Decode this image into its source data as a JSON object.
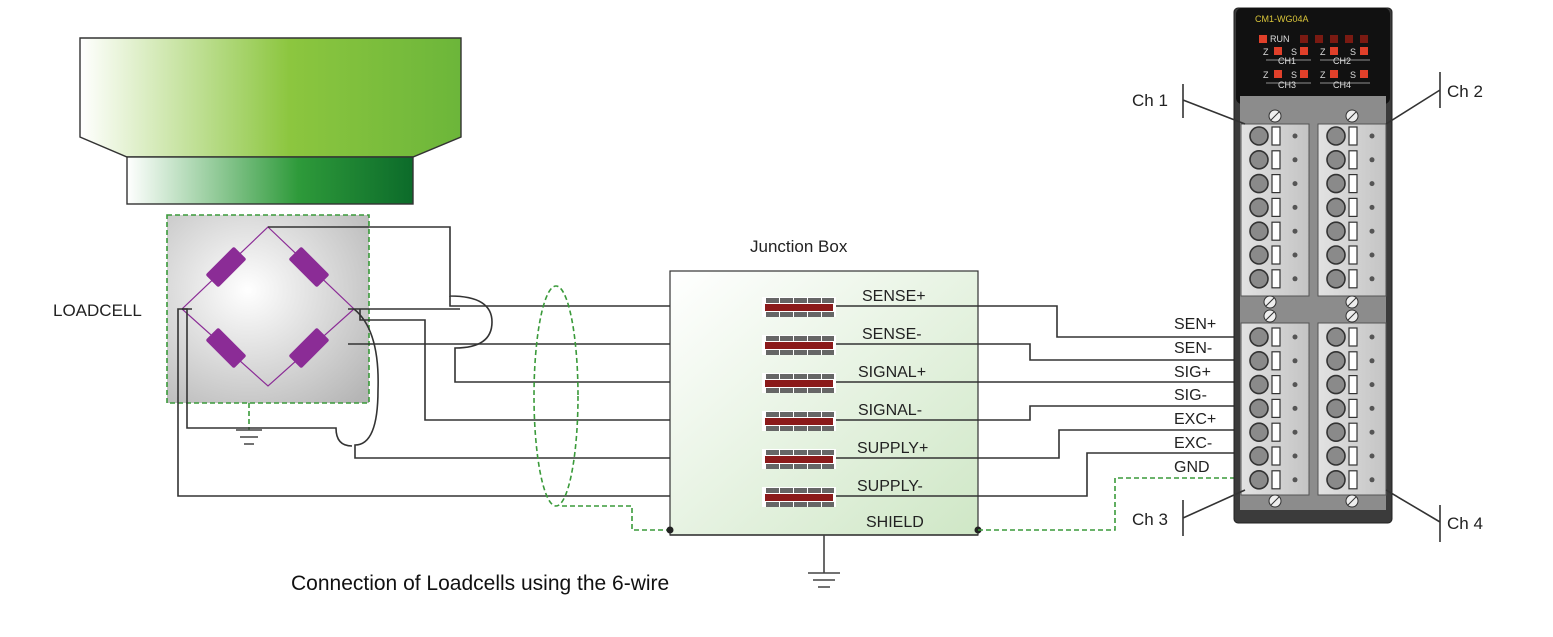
{
  "loadcell": {
    "label": "LOADCELL"
  },
  "junction_box": {
    "title": "Junction Box",
    "terminals": [
      "SENSE+",
      "SENSE-",
      "SIGNAL+",
      "SIGNAL-",
      "SUPPLY+",
      "SUPPLY-",
      "SHIELD"
    ]
  },
  "module": {
    "name": "CM1-WG04A",
    "led_run": "RUN",
    "led_z": "Z",
    "led_s": "S",
    "led_ch1": "CH1",
    "led_ch2": "CH2",
    "led_ch3": "CH3",
    "led_ch4": "CH4",
    "pins": [
      "SEN+",
      "SEN-",
      "SIG+",
      "SIG-",
      "EXC+",
      "EXC-",
      "GND"
    ],
    "channels": [
      "Ch 1",
      "Ch 2",
      "Ch 3",
      "Ch 4"
    ]
  },
  "caption": "Connection of Loadcells using the 6-wire",
  "colors": {
    "platform_green": "#7dc142",
    "platform_dark_green": "#127a32",
    "bridge_purple": "#8b2c96",
    "resistor_red": "#8b1a1a",
    "shield_green": "#3a9a3a",
    "module_dark": "#3b3b3b",
    "led_red": "#e0402a"
  }
}
